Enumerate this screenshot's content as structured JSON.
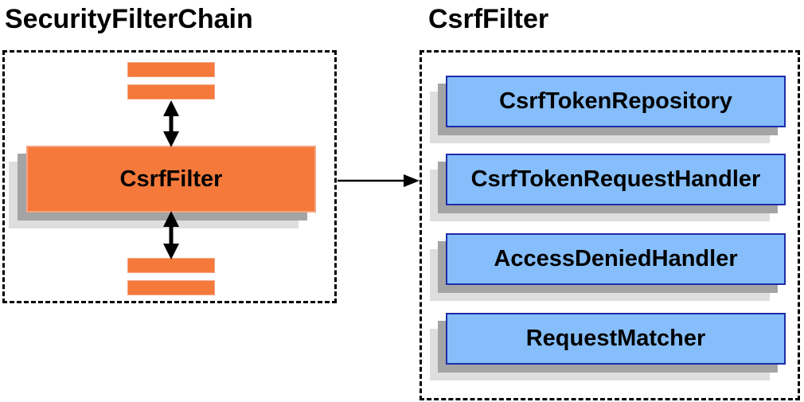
{
  "diagram": {
    "left": {
      "title": "SecurityFilterChain",
      "filter_box_label": "CsrfFilter",
      "placeholder_bars": 4
    },
    "right": {
      "title": "CsrfFilter",
      "components": [
        "CsrfTokenRepository",
        "CsrfTokenRequestHandler",
        "AccessDeniedHandler",
        "RequestMatcher"
      ]
    },
    "icons": {
      "vertical_double_arrow": "↕",
      "right_arrow": "→"
    },
    "colors": {
      "orange_fill": "#F4793B",
      "orange_border": "#F5A482",
      "blue_fill": "#85BEFA",
      "blue_border": "#1E2CA8",
      "shadow_dark": "#A4A4A4",
      "shadow_light": "#DEDEDE",
      "arrow": "#000000"
    }
  }
}
